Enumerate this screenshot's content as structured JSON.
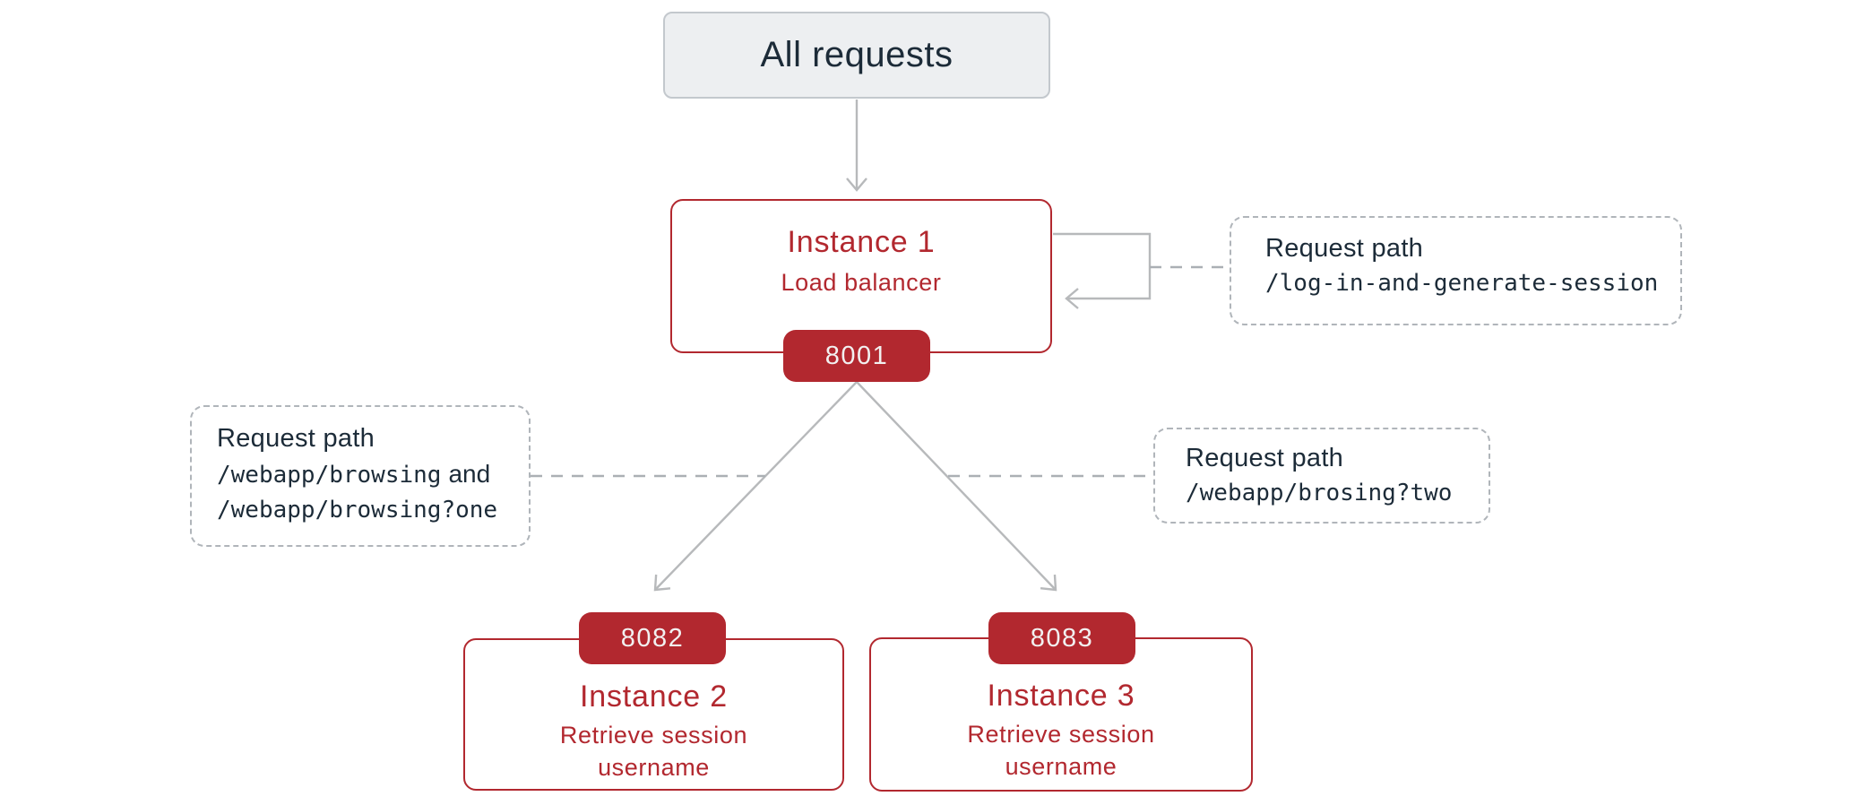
{
  "palette": {
    "red": "#b2282f",
    "navy": "#1c2b38",
    "line_gray": "#b7b9bb",
    "dashed_gray": "#b0b5ba",
    "gray_fill": "#edeff1",
    "badge_text": "#f2f0f0"
  },
  "nodes": {
    "all_requests": {
      "label": "All requests"
    },
    "instance1": {
      "title": "Instance 1",
      "subtitle": "Load balancer",
      "port": "8001"
    },
    "instance2": {
      "title": "Instance 2",
      "subtitle": "Retrieve session username",
      "port": "8082"
    },
    "instance3": {
      "title": "Instance 3",
      "subtitle": "Retrieve session username",
      "port": "8083"
    }
  },
  "notes": {
    "login": {
      "label": "Request path",
      "path": "/log-in-and-generate-session"
    },
    "browsing": {
      "label": "Request path",
      "path1": "/webapp/browsing",
      "conjunction": "and",
      "path2": "/webapp/browsing?one"
    },
    "two": {
      "label": "Request path",
      "path": "/webapp/brosing?two"
    }
  }
}
